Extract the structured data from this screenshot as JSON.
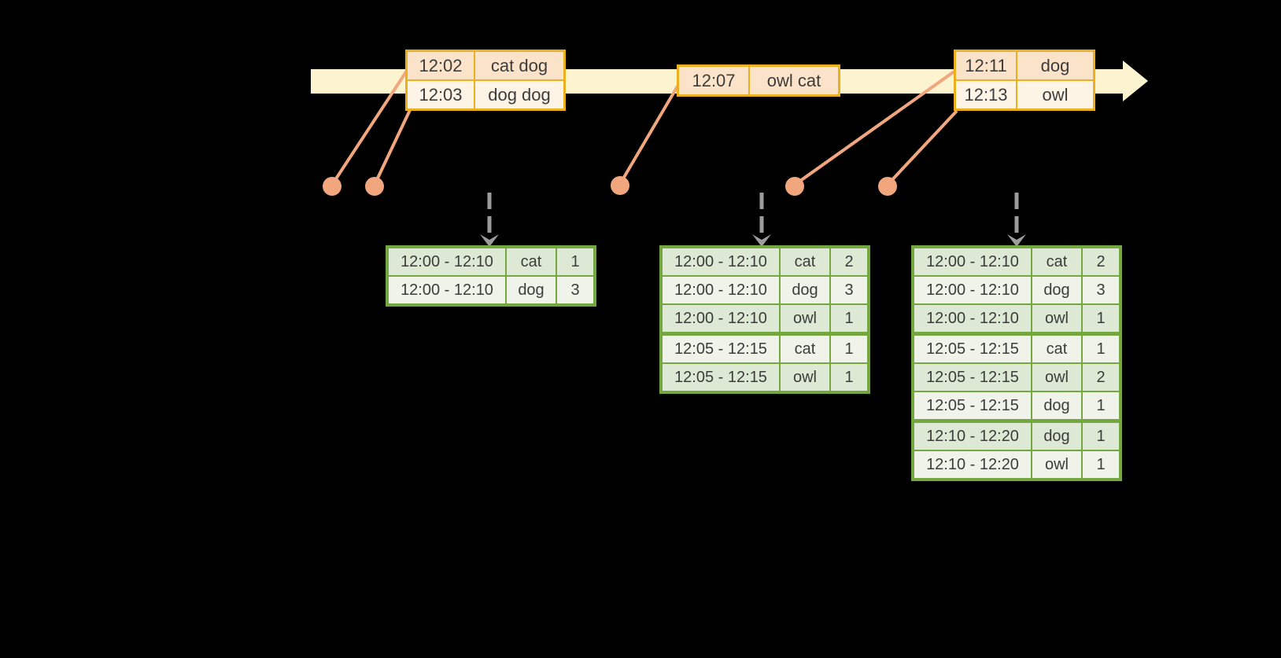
{
  "colors": {
    "background": "#000000",
    "timeline_band": "#FCF3CF",
    "event_table_border": "#ECB01F",
    "event_row_peach": "#FAE3C8",
    "event_row_cream": "#FDF4E5",
    "event_marker_salmon": "#F1A67E",
    "result_table_border": "#74A73F",
    "result_row_sage": "#DDE9D4",
    "result_row_pale": "#EFF3EA",
    "trigger_arrow_gray": "#9C9C9C",
    "text": "#3C3C3C"
  },
  "timeline": {
    "event_tables": [
      {
        "rows": [
          {
            "time": "12:02",
            "words": "cat dog"
          },
          {
            "time": "12:03",
            "words": "dog dog"
          }
        ]
      },
      {
        "rows": [
          {
            "time": "12:07",
            "words": "owl cat"
          }
        ]
      },
      {
        "rows": [
          {
            "time": "12:11",
            "words": "dog"
          },
          {
            "time": "12:13",
            "words": "owl"
          }
        ]
      }
    ]
  },
  "result_tables": [
    {
      "rows": [
        {
          "window": "12:00 - 12:10",
          "word": "cat",
          "count": "1"
        },
        {
          "window": "12:00 - 12:10",
          "word": "dog",
          "count": "3"
        }
      ]
    },
    {
      "rows": [
        {
          "window": "12:00 - 12:10",
          "word": "cat",
          "count": "2"
        },
        {
          "window": "12:00 - 12:10",
          "word": "dog",
          "count": "3"
        },
        {
          "window": "12:00 - 12:10",
          "word": "owl",
          "count": "1"
        },
        {
          "window": "12:05 - 12:15",
          "word": "cat",
          "count": "1"
        },
        {
          "window": "12:05 - 12:15",
          "word": "owl",
          "count": "1"
        }
      ]
    },
    {
      "rows": [
        {
          "window": "12:00 - 12:10",
          "word": "cat",
          "count": "2"
        },
        {
          "window": "12:00 - 12:10",
          "word": "dog",
          "count": "3"
        },
        {
          "window": "12:00 - 12:10",
          "word": "owl",
          "count": "1"
        },
        {
          "window": "12:05 - 12:15",
          "word": "cat",
          "count": "1"
        },
        {
          "window": "12:05 - 12:15",
          "word": "owl",
          "count": "2"
        },
        {
          "window": "12:05 - 12:15",
          "word": "dog",
          "count": "1"
        },
        {
          "window": "12:10 - 12:20",
          "word": "dog",
          "count": "1"
        },
        {
          "window": "12:10 - 12:20",
          "word": "owl",
          "count": "1"
        }
      ]
    }
  ]
}
